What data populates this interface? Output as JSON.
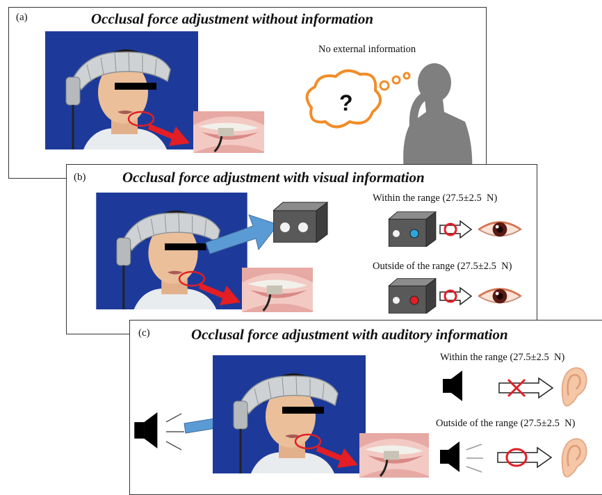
{
  "panels": {
    "a": {
      "label": "(a)",
      "title": "Occlusal force adjustment without information",
      "caption": "No external information",
      "thought_symbol": "?"
    },
    "b": {
      "label": "(b)",
      "title": "Occlusal force adjustment with visual information",
      "within_label": "Within the range (27.5±2.5  N)",
      "outside_label": "Outside of the range (27.5±2.5  N)",
      "within_light_color": "#29a8df",
      "outside_light_color": "#e31e24"
    },
    "c": {
      "label": "(c)",
      "title": "Occlusal force adjustment with auditory information",
      "within_label": "Within the range (27.5±2.5  N)",
      "outside_label": "Outside of the range (27.5±2.5  N)"
    }
  },
  "colors": {
    "photo_background": "#1d3a9a",
    "arrow_red": "#e31e24",
    "arrow_blue": "#5b9bd5",
    "thought_outline": "#f28c28",
    "silhouette": "#7f7f7f",
    "device_box": "#555555"
  },
  "icons": [
    "speaker-icon",
    "eye-icon",
    "ear-icon",
    "thought-bubble-icon",
    "person-silhouette-icon",
    "device-box-icon"
  ]
}
